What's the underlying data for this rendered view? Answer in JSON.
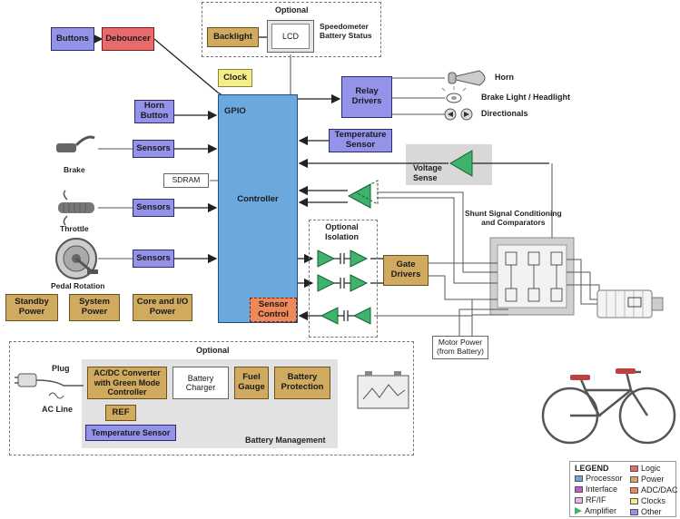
{
  "blocks": {
    "buttons": "Buttons",
    "debouncer": "Debouncer",
    "backlight": "Backlight",
    "lcd": "LCD",
    "clock": "Clock",
    "horn_button": "Horn\nButton",
    "sensors_brake": "Sensors",
    "sensors_throttle": "Sensors",
    "sensors_pedal": "Sensors",
    "sdram": "SDRAM",
    "gpio": "GPIO",
    "controller": "Controller",
    "sensor_control": "Sensor\nControl",
    "relay_drivers": "Relay\nDrivers",
    "temperature_sensor_top": "Temperature\nSensor",
    "gate_drivers": "Gate\nDrivers",
    "standby_power": "Standby\nPower",
    "system_power": "System\nPower",
    "core_io_power": "Core and I/O\nPower",
    "acdc": "AC/DC Converter\nwith  Green Mode\nController",
    "battery_charger": "Battery\nCharger",
    "fuel_gauge": "Fuel\nGauge",
    "battery_protection": "Battery\nProtection",
    "ref": "REF",
    "temperature_sensor_bottom": "Temperature Sensor",
    "motor_power": "Motor Power\n(from Battery)"
  },
  "labels": {
    "optional_top": "Optional",
    "speedometer": "Speedometer\nBattery Status",
    "horn": "Horn",
    "brake_light": "Brake Light / Headlight",
    "directionals": "Directionals",
    "voltage_sense": "Voltage\nSense",
    "shunt": "Shunt Signal Conditioning\nand Comparators",
    "optional_isolation": "Optional\nIsolation",
    "brake": "Brake",
    "throttle": "Throttle",
    "pedal_rotation": "Pedal Rotation",
    "optional_bottom": "Optional",
    "plug": "Plug",
    "ac_line": "AC Line",
    "battery_management": "Battery Management"
  },
  "legend": {
    "title": "LEGEND",
    "items": [
      {
        "label": "Processor",
        "color": "#6aa8dd"
      },
      {
        "label": "Interface",
        "color": "#c85ac8"
      },
      {
        "label": "RF/IF",
        "color": "#f0b0e8"
      },
      {
        "label": "Amplifier",
        "color": "#3db36b"
      },
      {
        "label": "Logic",
        "color": "#e86a6a"
      },
      {
        "label": "Power",
        "color": "#d0aa5e"
      },
      {
        "label": "ADC/DAC",
        "color": "#f0895a"
      },
      {
        "label": "Clocks",
        "color": "#f4ee8a"
      },
      {
        "label": "Other",
        "color": "#9393ea"
      }
    ]
  }
}
